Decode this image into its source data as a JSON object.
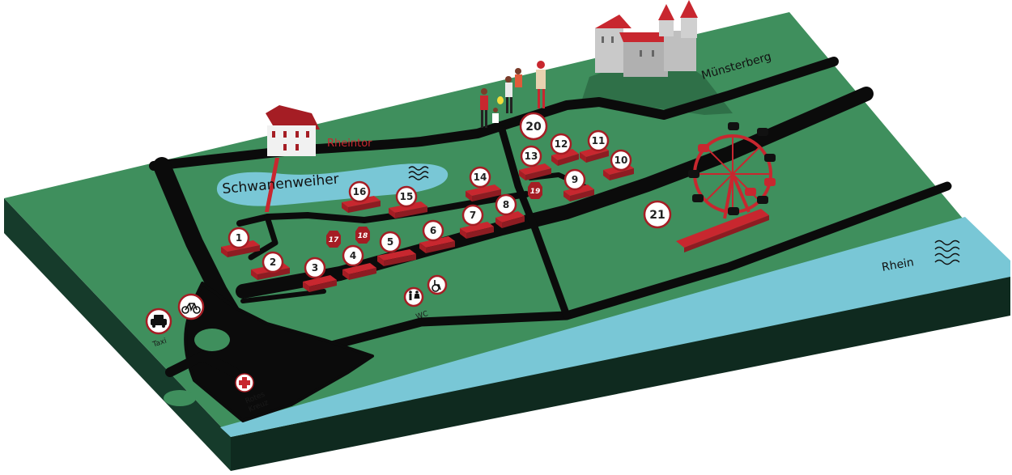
{
  "colors": {
    "grass": "#3f8f5d",
    "grass_dark": "#2f7048",
    "base_side": "#163b2b",
    "base_front": "#0f2a1f",
    "road": "#0b0b0b",
    "water": "#79c7d6",
    "accent_red": "#c8272f",
    "accent_dark_red": "#8d1c22"
  },
  "labels": {
    "schwanenweiher": "Schwanenweiher",
    "rheintor": "Rheintor",
    "muensterberg": "Münsterberg",
    "rhein": "Rhein",
    "wc": "WC",
    "taxi": "Taxi",
    "rotes_kreuz_line1": "Rotes",
    "rotes_kreuz_line2": "Kreuz"
  },
  "stands": {
    "s1": "1",
    "s2": "2",
    "s3": "3",
    "s4": "4",
    "s5": "5",
    "s6": "6",
    "s7": "7",
    "s8": "8",
    "s9": "9",
    "s10": "10",
    "s11": "11",
    "s12": "12",
    "s13": "13",
    "s14": "14",
    "s15": "15",
    "s16": "16",
    "s17": "17",
    "s18": "18",
    "s19": "19",
    "s20": "20",
    "s21": "21"
  },
  "icons": {
    "taxi": "taxi-icon",
    "bicycle": "bicycle-icon",
    "toilet": "toilet-icon",
    "wheelchair": "wheelchair-icon",
    "first_aid": "red-cross-icon",
    "waves": "water-waves-icon",
    "ferris_wheel": "ferris-wheel-icon",
    "castle": "castle-icon",
    "gate": "gate-building-icon"
  }
}
